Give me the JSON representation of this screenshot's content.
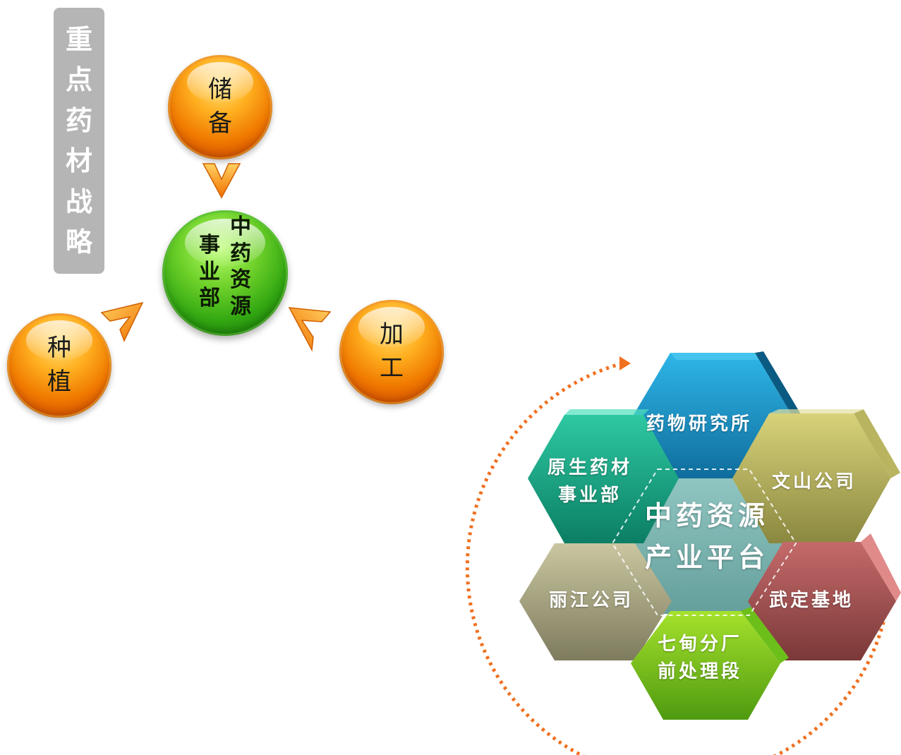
{
  "title": {
    "text": "重点药材战略",
    "chars": [
      "重",
      "点",
      "药",
      "材",
      "战",
      "略"
    ]
  },
  "core": {
    "right_col": [
      "中",
      "药",
      "资",
      "源"
    ],
    "left_col": [
      "事",
      "业",
      "部"
    ]
  },
  "nodes": {
    "storage": [
      "储",
      "备"
    ],
    "planting": [
      "种",
      "植"
    ],
    "processing": [
      "加",
      "工"
    ]
  },
  "platform": {
    "center": [
      "中药资源",
      "产业平台"
    ],
    "research": "药物研究所",
    "native_line1": "原生药材",
    "native_line2": "事业部",
    "wenshan": "文山公司",
    "lijiang": "丽江公司",
    "wuding": "武定基地",
    "qixun_line1": "七甸分厂",
    "qixun_line2": "前处理段"
  },
  "colors": {
    "orange": "#f07a00",
    "green": "#33a812",
    "title_bg": "#b5b5b5",
    "dotted_arc": "#f07020"
  }
}
